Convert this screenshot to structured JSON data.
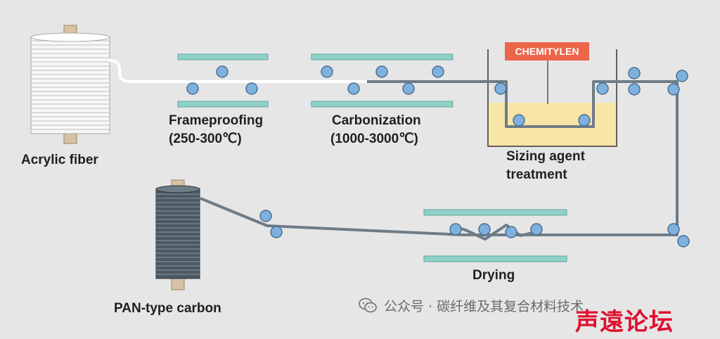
{
  "labels": {
    "acrylic": "Acrylic fiber",
    "frameproofing": "Frameproofing",
    "frameproofing_temp": "(250-300℃)",
    "carbonization": "Carbonization",
    "carbonization_temp": "(1000-3000℃)",
    "sizing_line1": "Sizing agent",
    "sizing_line2": "treatment",
    "pan": "PAN-type carbon",
    "drying": "Drying",
    "chemitylen": "CHEMITYLEN"
  },
  "watermark": {
    "text": "公众号 · 碳纤维及其复合材料技术",
    "logo": "声遠论坛",
    "icon": "wechat-icon"
  },
  "colors": {
    "background": "#e6e6e6",
    "plate": "#8fd1c8",
    "roller_fill": "#7fb1de",
    "roller_stroke": "#4a6f93",
    "fiber_white": "#ffffff",
    "fiber_gray": "#6e7c86",
    "bath_liquid": "#f8e6a7",
    "tag": "#ec6549",
    "logo_red": "#e0102f"
  }
}
